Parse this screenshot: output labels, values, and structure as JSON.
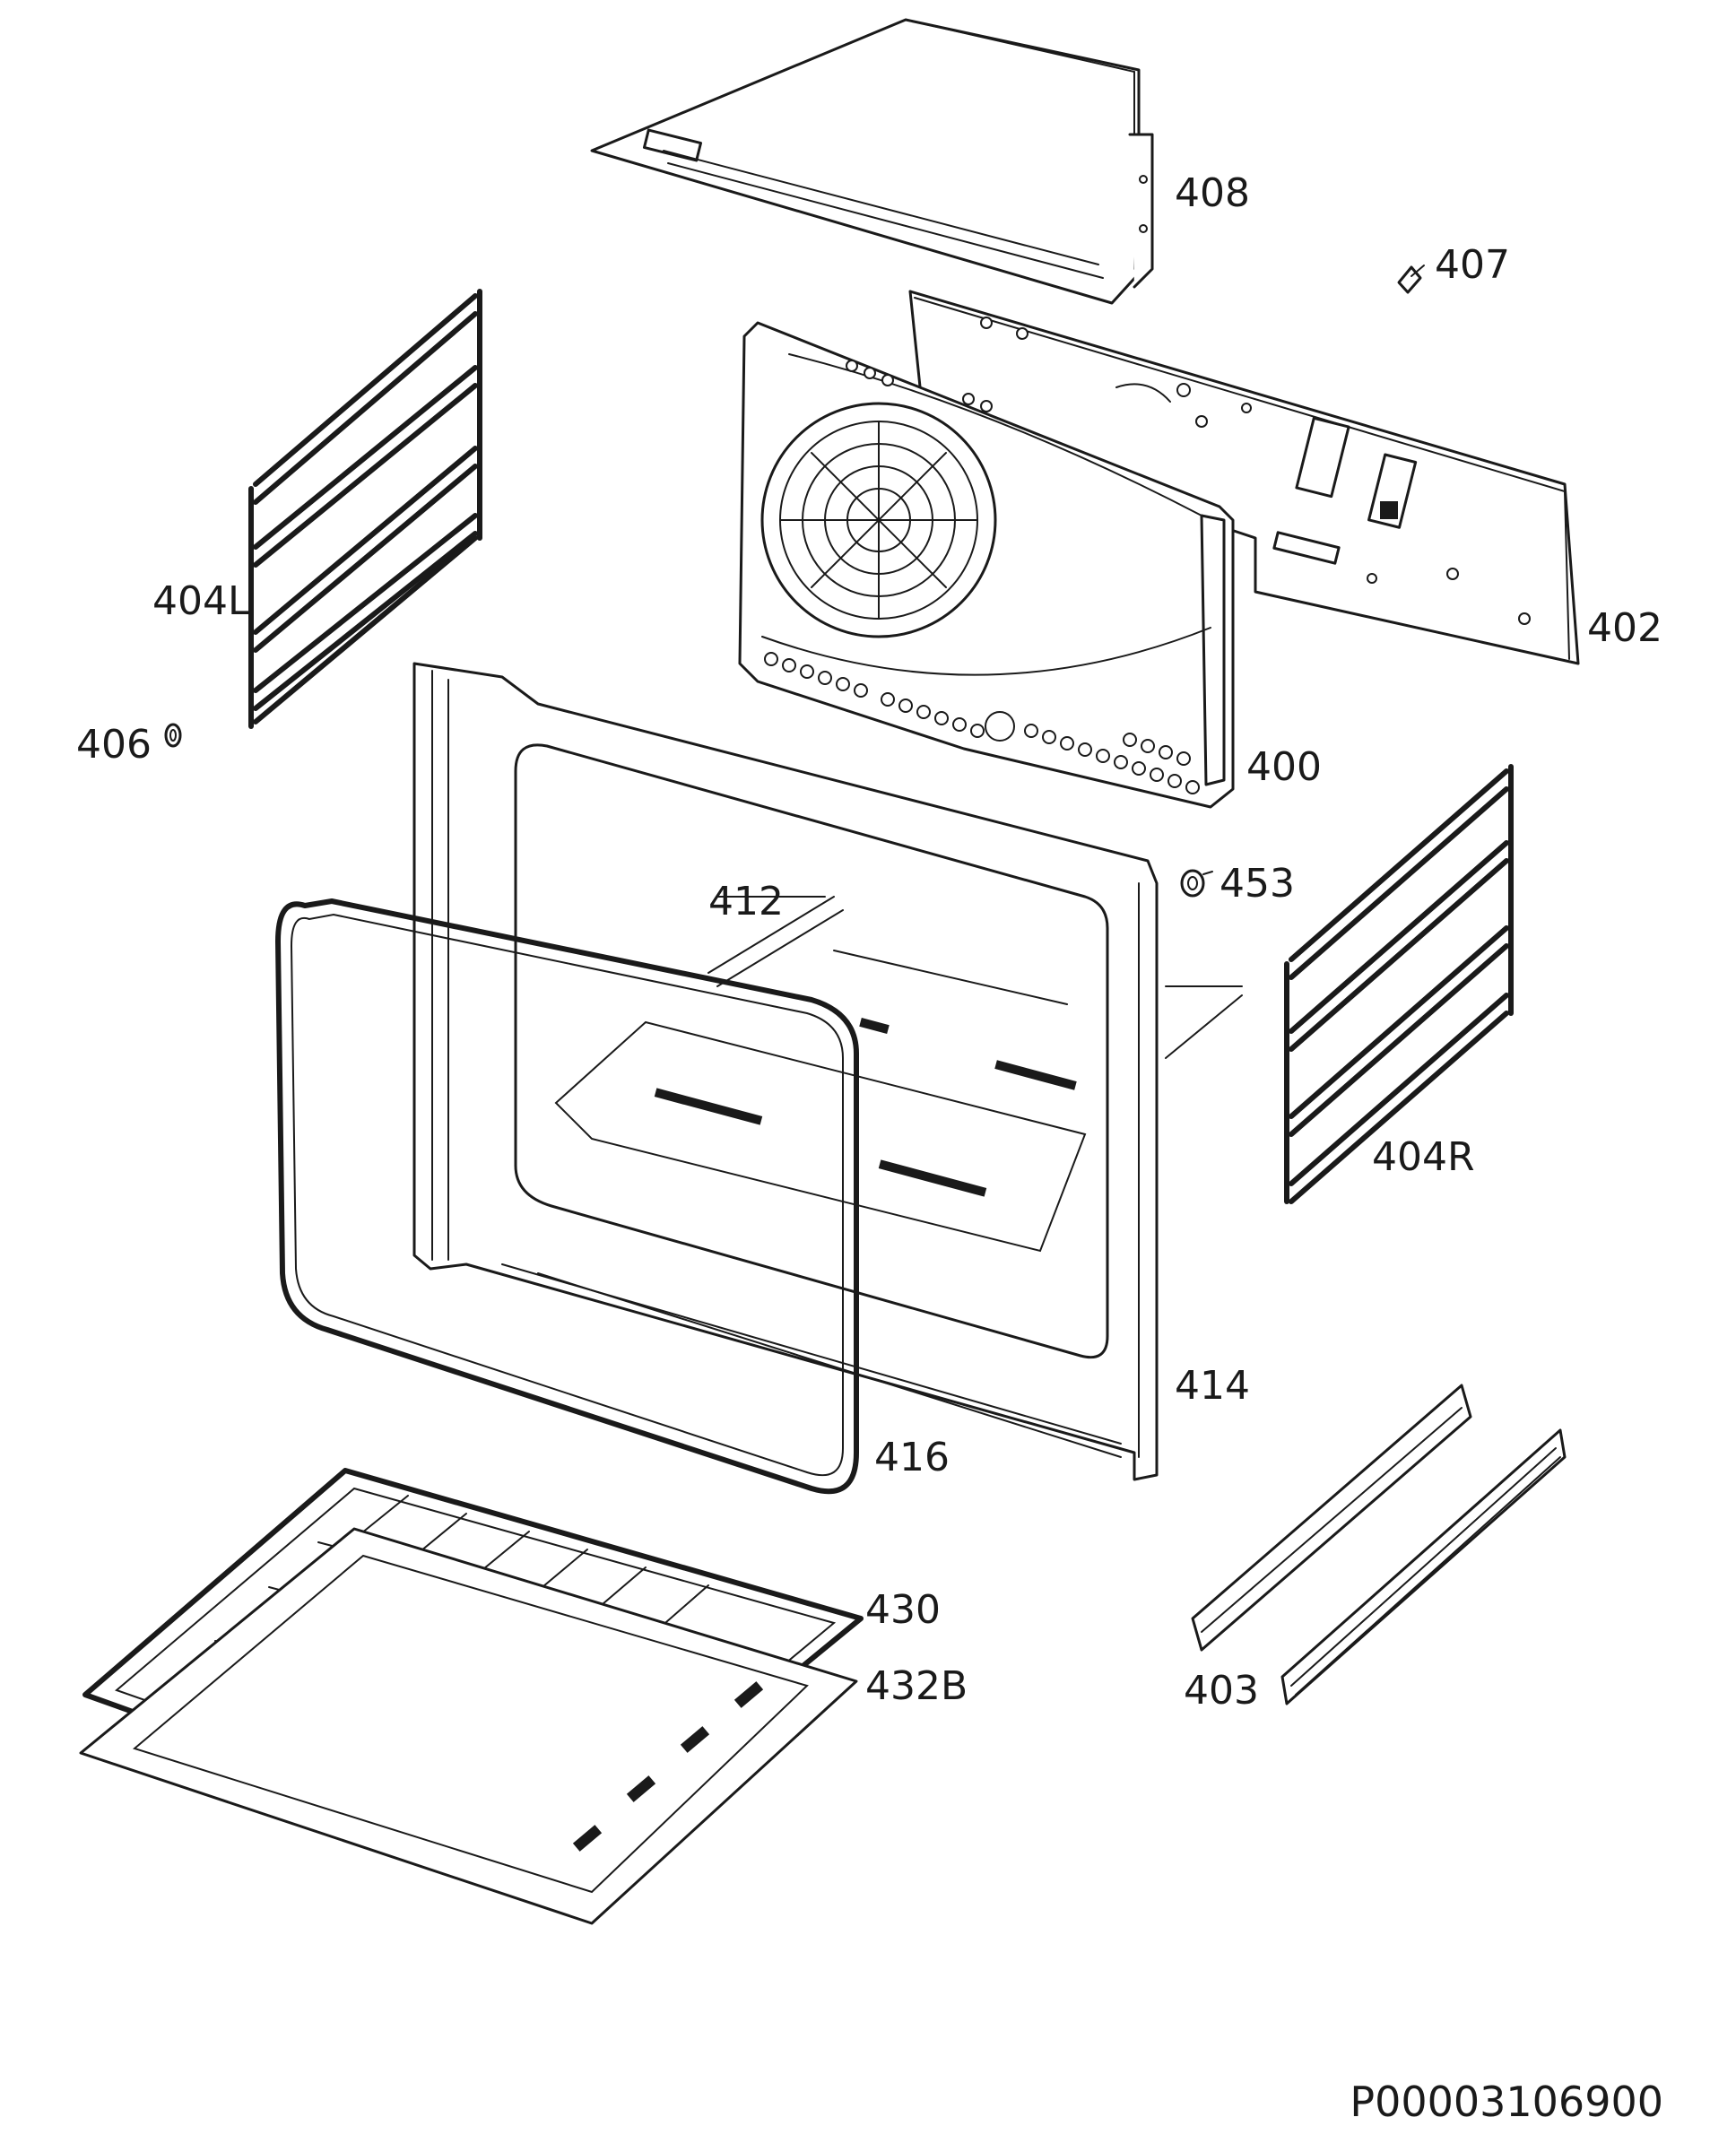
{
  "diagram": {
    "drawing_code": "P00003106900",
    "callouts": {
      "p408": "408",
      "p407": "407",
      "p402": "402",
      "p400": "400",
      "p404L": "404L",
      "p406": "406",
      "p453": "453",
      "p412": "412",
      "p404R": "404R",
      "p414": "414",
      "p416": "416",
      "p430": "430",
      "p432B": "432B",
      "p403": "403"
    }
  }
}
